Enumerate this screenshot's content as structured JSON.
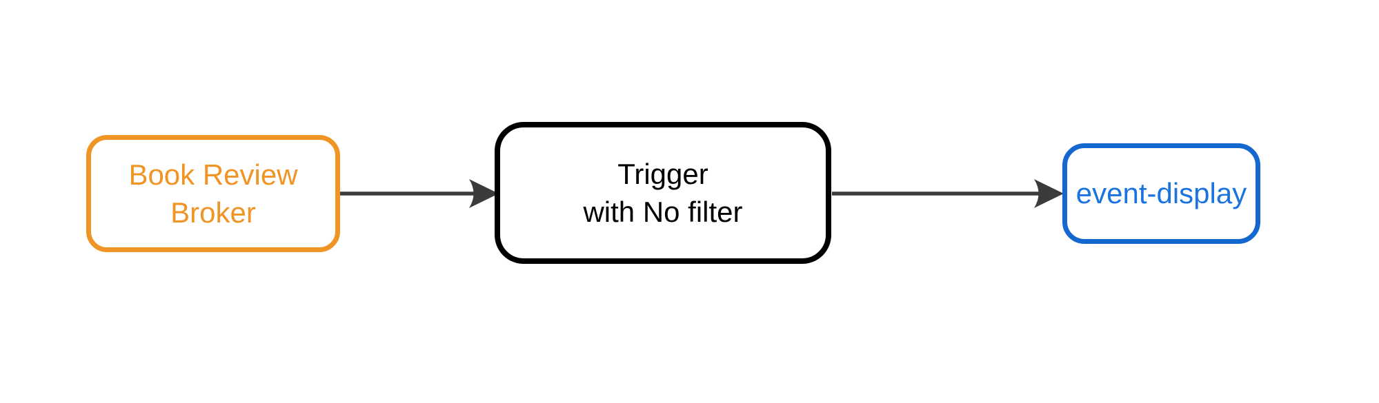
{
  "diagram": {
    "nodes": [
      {
        "id": "book-review-broker",
        "lines": [
          "Book Review",
          "Broker"
        ],
        "border_color": "#F09426",
        "text_color": "#F09426"
      },
      {
        "id": "trigger",
        "lines": [
          "Trigger",
          "with No filter"
        ],
        "border_color": "#000000",
        "text_color": "#000000"
      },
      {
        "id": "event-display",
        "lines": [
          "event-display"
        ],
        "border_color": "#1467CE",
        "text_color": "#1B73E0"
      }
    ],
    "edges": [
      {
        "from": "book-review-broker",
        "to": "trigger"
      },
      {
        "from": "trigger",
        "to": "event-display"
      }
    ],
    "colors": {
      "arrow": "#3B3B3B",
      "background": "#FFFFFF"
    }
  }
}
